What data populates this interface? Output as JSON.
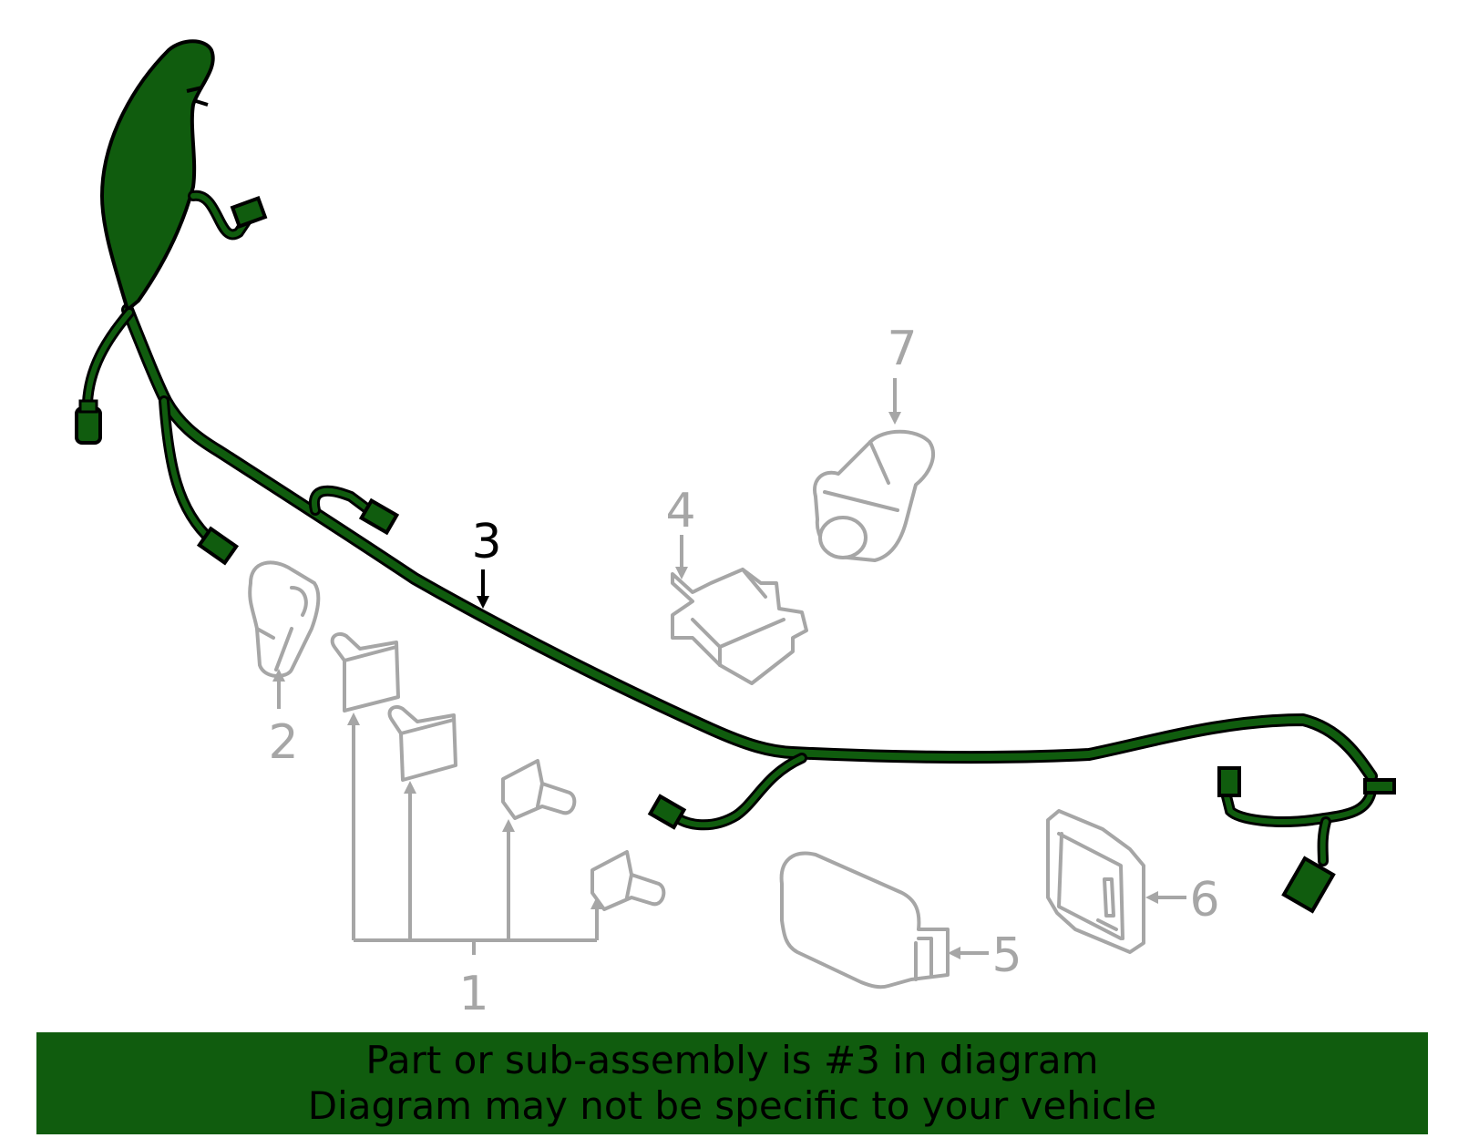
{
  "colors": {
    "highlight_part": "#105c0e",
    "outline": "#000000",
    "other_parts": "#a6a6a6",
    "banner_background": "#105c0e",
    "background": "#ffffff"
  },
  "callouts": {
    "c1": "1",
    "c2": "2",
    "c3": "3",
    "c4": "4",
    "c5": "5",
    "c6": "6",
    "c7": "7"
  },
  "banner": {
    "line1": "Part or sub-assembly is #3 in diagram",
    "line2": "Diagram may not be specific to your vehicle"
  }
}
